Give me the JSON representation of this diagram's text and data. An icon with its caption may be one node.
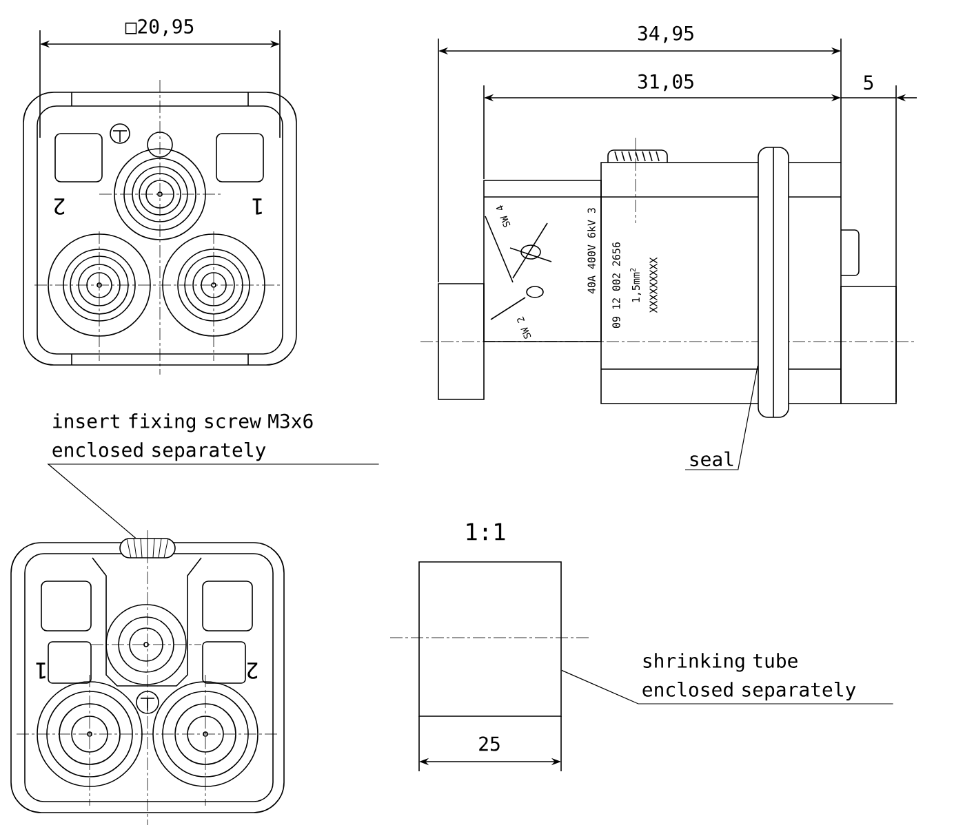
{
  "diagram": {
    "nodes": [
      {
        "text": [
          "insert fixing screw M3x6 enclosed separately"
        ]
      },
      {
        "text": [],
        "shape": "picture"
      },
      {
        "text": [
          "seal"
        ]
      },
      {
        "text": [],
        "shape": "picture"
      },
      {
        "text": [
          "shrinking tube enclosed separately"
        ]
      },
      {
        "text": [],
        "shape": "box"
      }
    ],
    "edges": [
      {
        "from": 0,
        "to": 1,
        "arrow": "none"
      },
      {
        "from": 2,
        "to": 3,
        "arrow": "none"
      },
      {
        "from": 4,
        "to": 5,
        "arrow": "none"
      }
    ],
    "labels": [
      "□20,95",
      "34,95",
      "31,05",
      "5",
      "2",
      "1",
      "SW 4",
      "SW 2",
      "40A 400V 6kV 3",
      "09 12 002 2656",
      "1,5mm$^{2}$",
      "XXXXXXXXX",
      "1",
      "2",
      "1:1",
      "25"
    ]
  }
}
